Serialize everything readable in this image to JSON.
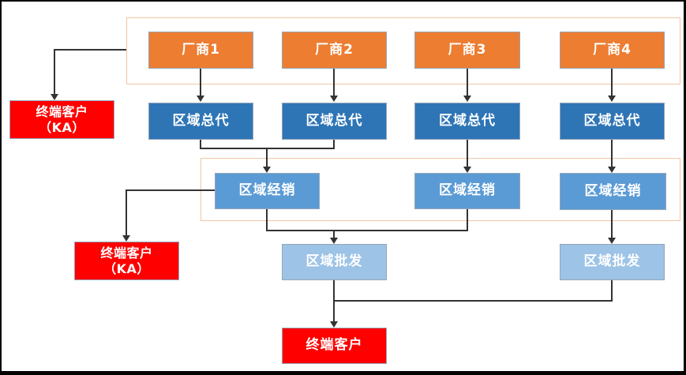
{
  "colors": {
    "manufacturer": "#ED7D31",
    "general-agent": "#2E75B6",
    "distributor": "#5B9BD5",
    "wholesaler": "#9DC3E6",
    "customer": "#FE0000",
    "box-border": "#95A5B8",
    "group-border": "#F2C6A2",
    "line": "#333333",
    "text": "#FFFFFF"
  },
  "nodes": {
    "factory1": {
      "label": "厂商1"
    },
    "factory2": {
      "label": "厂商2"
    },
    "factory3": {
      "label": "厂商3"
    },
    "factory4": {
      "label": "厂商4"
    },
    "agent1": {
      "label": "区域总代"
    },
    "agent2": {
      "label": "区域总代"
    },
    "agent3": {
      "label": "区域总代"
    },
    "agent4": {
      "label": "区域总代"
    },
    "dist1": {
      "label": "区域经销"
    },
    "dist2": {
      "label": "区域经销"
    },
    "dist3": {
      "label": "区域经销"
    },
    "wholesale1": {
      "label": "区域批发"
    },
    "wholesale2": {
      "label": "区域批发"
    },
    "ka1": {
      "line1": "终端客户",
      "line2": "（KA）"
    },
    "ka2": {
      "line1": "终端客户",
      "line2": "（KA）"
    },
    "end_customer": {
      "label": "终端客户"
    }
  }
}
